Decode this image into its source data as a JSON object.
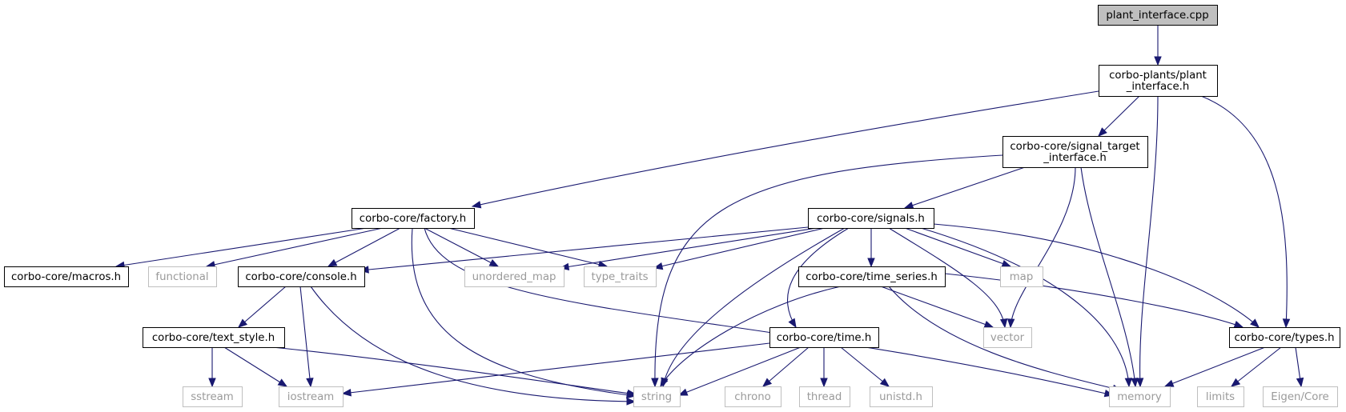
{
  "graph": {
    "nodes": [
      {
        "id": "plant_interface_cpp",
        "lines": [
          "plant_interface.cpp"
        ],
        "kind": "root"
      },
      {
        "id": "plant_interface_h",
        "lines": [
          "corbo-plants/plant",
          "_interface.h"
        ],
        "kind": "local"
      },
      {
        "id": "signal_target_interface_h",
        "lines": [
          "corbo-core/signal_target",
          "_interface.h"
        ],
        "kind": "local"
      },
      {
        "id": "factory_h",
        "lines": [
          "corbo-core/factory.h"
        ],
        "kind": "local"
      },
      {
        "id": "signals_h",
        "lines": [
          "corbo-core/signals.h"
        ],
        "kind": "local"
      },
      {
        "id": "macros_h",
        "lines": [
          "corbo-core/macros.h"
        ],
        "kind": "local"
      },
      {
        "id": "functional",
        "lines": [
          "functional"
        ],
        "kind": "external"
      },
      {
        "id": "console_h",
        "lines": [
          "corbo-core/console.h"
        ],
        "kind": "local"
      },
      {
        "id": "unordered_map",
        "lines": [
          "unordered_map"
        ],
        "kind": "external"
      },
      {
        "id": "type_traits",
        "lines": [
          "type_traits"
        ],
        "kind": "external"
      },
      {
        "id": "time_series_h",
        "lines": [
          "corbo-core/time_series.h"
        ],
        "kind": "local"
      },
      {
        "id": "map",
        "lines": [
          "map"
        ],
        "kind": "external"
      },
      {
        "id": "text_style_h",
        "lines": [
          "corbo-core/text_style.h"
        ],
        "kind": "local"
      },
      {
        "id": "time_h",
        "lines": [
          "corbo-core/time.h"
        ],
        "kind": "local"
      },
      {
        "id": "vector",
        "lines": [
          "vector"
        ],
        "kind": "external"
      },
      {
        "id": "types_h",
        "lines": [
          "corbo-core/types.h"
        ],
        "kind": "local"
      },
      {
        "id": "sstream",
        "lines": [
          "sstream"
        ],
        "kind": "external"
      },
      {
        "id": "iostream",
        "lines": [
          "iostream"
        ],
        "kind": "external"
      },
      {
        "id": "string",
        "lines": [
          "string"
        ],
        "kind": "external"
      },
      {
        "id": "chrono",
        "lines": [
          "chrono"
        ],
        "kind": "external"
      },
      {
        "id": "thread",
        "lines": [
          "thread"
        ],
        "kind": "external"
      },
      {
        "id": "unistd_h",
        "lines": [
          "unistd.h"
        ],
        "kind": "external"
      },
      {
        "id": "memory",
        "lines": [
          "memory"
        ],
        "kind": "external"
      },
      {
        "id": "limits",
        "lines": [
          "limits"
        ],
        "kind": "external"
      },
      {
        "id": "eigen_core",
        "lines": [
          "Eigen/Core"
        ],
        "kind": "external"
      }
    ],
    "edges": [
      {
        "from": "plant_interface_cpp",
        "to": "plant_interface_h"
      },
      {
        "from": "plant_interface_h",
        "to": "factory_h"
      },
      {
        "from": "plant_interface_h",
        "to": "signal_target_interface_h"
      },
      {
        "from": "plant_interface_h",
        "to": "memory"
      },
      {
        "from": "plant_interface_h",
        "to": "types_h"
      },
      {
        "from": "signal_target_interface_h",
        "to": "string"
      },
      {
        "from": "signal_target_interface_h",
        "to": "signals_h"
      },
      {
        "from": "signal_target_interface_h",
        "to": "vector"
      },
      {
        "from": "signal_target_interface_h",
        "to": "memory"
      },
      {
        "from": "factory_h",
        "to": "macros_h"
      },
      {
        "from": "factory_h",
        "to": "functional"
      },
      {
        "from": "factory_h",
        "to": "console_h"
      },
      {
        "from": "factory_h",
        "to": "unordered_map"
      },
      {
        "from": "factory_h",
        "to": "type_traits"
      },
      {
        "from": "factory_h",
        "to": "string"
      },
      {
        "from": "factory_h",
        "to": "memory"
      },
      {
        "from": "signals_h",
        "to": "console_h"
      },
      {
        "from": "signals_h",
        "to": "unordered_map"
      },
      {
        "from": "signals_h",
        "to": "type_traits"
      },
      {
        "from": "signals_h",
        "to": "time_series_h"
      },
      {
        "from": "signals_h",
        "to": "map"
      },
      {
        "from": "signals_h",
        "to": "string"
      },
      {
        "from": "signals_h",
        "to": "time_h"
      },
      {
        "from": "signals_h",
        "to": "vector"
      },
      {
        "from": "signals_h",
        "to": "memory"
      },
      {
        "from": "signals_h",
        "to": "types_h"
      },
      {
        "from": "console_h",
        "to": "text_style_h"
      },
      {
        "from": "console_h",
        "to": "iostream"
      },
      {
        "from": "console_h",
        "to": "string"
      },
      {
        "from": "text_style_h",
        "to": "sstream"
      },
      {
        "from": "text_style_h",
        "to": "iostream"
      },
      {
        "from": "text_style_h",
        "to": "string"
      },
      {
        "from": "time_series_h",
        "to": "string"
      },
      {
        "from": "time_series_h",
        "to": "vector"
      },
      {
        "from": "time_series_h",
        "to": "memory"
      },
      {
        "from": "time_series_h",
        "to": "types_h"
      },
      {
        "from": "time_h",
        "to": "iostream"
      },
      {
        "from": "time_h",
        "to": "string"
      },
      {
        "from": "time_h",
        "to": "chrono"
      },
      {
        "from": "time_h",
        "to": "thread"
      },
      {
        "from": "time_h",
        "to": "unistd_h"
      },
      {
        "from": "types_h",
        "to": "memory"
      },
      {
        "from": "types_h",
        "to": "limits"
      },
      {
        "from": "types_h",
        "to": "eigen_core"
      }
    ]
  },
  "colors": {
    "edge": "#191970",
    "root_fill": "#bfbfbf",
    "local_border": "#000000",
    "external_border": "#bfbfbf",
    "external_text": "#9a9a9a"
  }
}
